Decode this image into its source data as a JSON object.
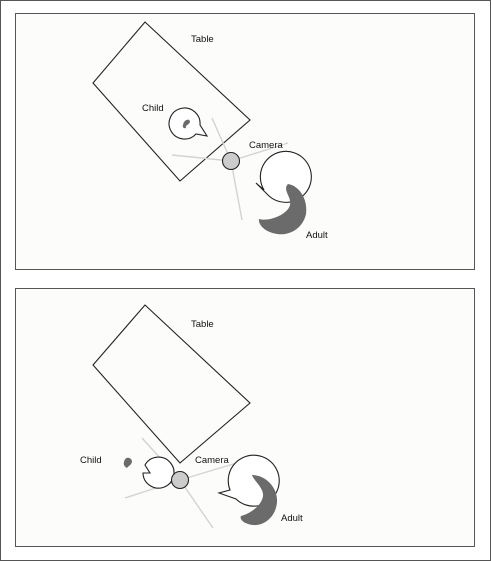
{
  "colors": {
    "page_background": "#ffffff",
    "panel_background": "#fcfcfa",
    "frame_stroke": "#555555",
    "outline_stroke": "#222222",
    "camera_fill": "#cccccc",
    "view_line": "#d3d3d3",
    "adult_shading": "#6b6b6b"
  },
  "panels": [
    {
      "labels": {
        "table": "Table",
        "child": "Child",
        "camera": "Camera",
        "adult": "Adult"
      }
    },
    {
      "labels": {
        "table": "Table",
        "child": "Child",
        "camera": "Camera",
        "adult": "Adult"
      }
    }
  ]
}
